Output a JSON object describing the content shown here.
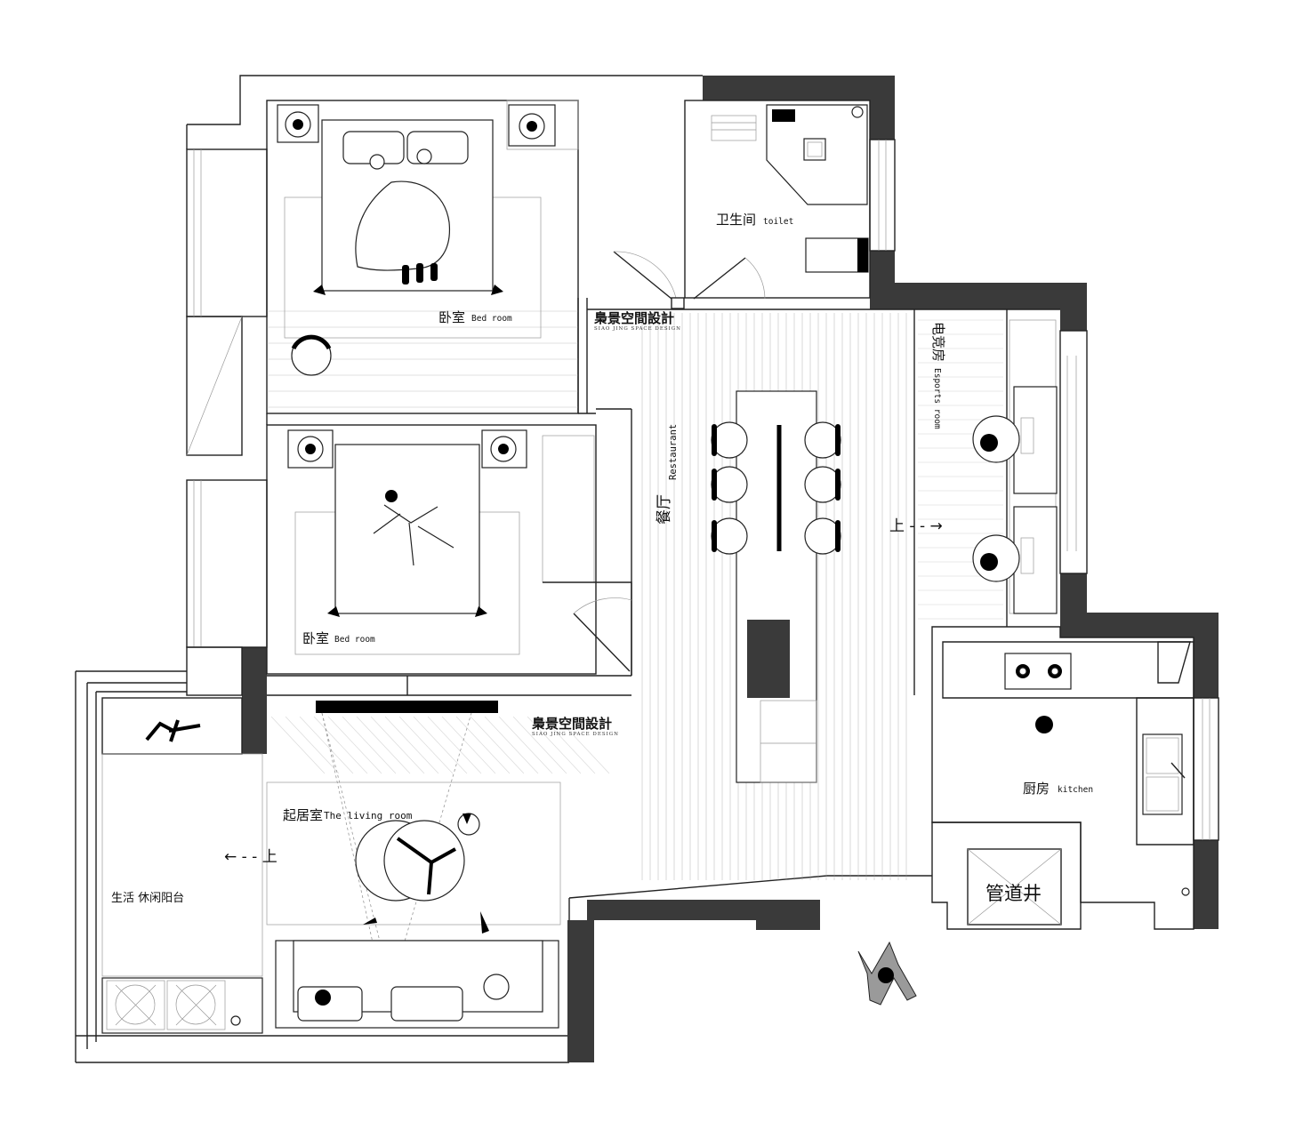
{
  "rooms": {
    "bedroom_master": {
      "cn": "卧室",
      "en": "Bed room"
    },
    "bedroom_second": {
      "cn": "卧室",
      "en": "Bed room"
    },
    "toilet": {
      "cn": "卫生间",
      "en": "toilet"
    },
    "restaurant": {
      "cn": "餐厅",
      "en": "Restaurant"
    },
    "esports": {
      "cn": "电竞房",
      "en": "Esports room"
    },
    "kitchen": {
      "cn": "厨房",
      "en": "kitchen"
    },
    "living": {
      "cn": "起居室",
      "en": "The living room"
    },
    "balcony": {
      "cn": "生活 休闲阳台"
    },
    "pipe_shaft": {
      "cn": "管道井"
    }
  },
  "brand": {
    "name": "梟景空間設計",
    "sub": "SIAO JING SPACE DESIGN"
  },
  "arrows": {
    "esports_up": "上 - - →",
    "balcony_up": "← - - 上"
  },
  "colors": {
    "wall": "#3a3a3a",
    "line": "#222222",
    "fill": "#ffffff"
  }
}
